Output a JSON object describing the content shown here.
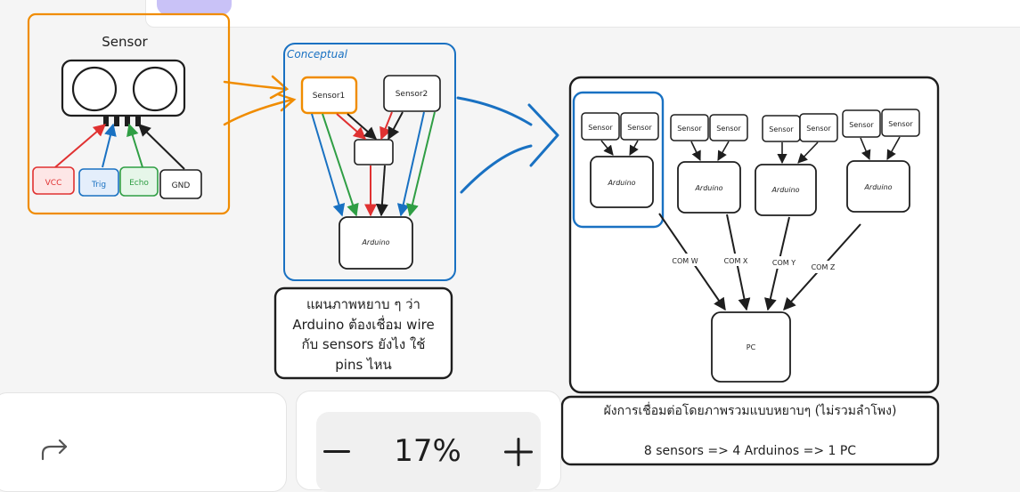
{
  "sensor_card": {
    "title": "Sensor",
    "pins": [
      {
        "label": "VCC",
        "color": "#e03131"
      },
      {
        "label": "Trig",
        "color": "#1971c2"
      },
      {
        "label": "Echo",
        "color": "#2f9e44"
      },
      {
        "label": "GND",
        "color": "#1e1e1e"
      }
    ]
  },
  "conceptual": {
    "label": "Conceptual",
    "sensor1": "Sensor1",
    "sensor2": "Sensor2",
    "arduino": "Arduino"
  },
  "note": {
    "lines": [
      "แผนภาพหยาบ ๆ ว่า",
      "Arduino ต้องเชื่อม wire",
      "กับ sensors ยังไง ใช้",
      "pins ไหน"
    ]
  },
  "system": {
    "sensor_label": "Sensor",
    "arduino_label": "Arduino",
    "pc_label": "PC",
    "com_labels": [
      "COM W",
      "COM X",
      "COM Y",
      "COM Z"
    ]
  },
  "caption": {
    "line1": "ผังการเชื่อมต่อโดยภาพรวมแบบหยาบๆ (ไม่รวมลำโพง)",
    "line2": "8 sensors => 4 Arduinos => 1 PC"
  },
  "toolbar": {
    "zoom_level": "17%",
    "undo_icon": "redo-arrow-icon",
    "zoom_out_icon": "minus-icon",
    "zoom_in_icon": "plus-icon"
  },
  "colors": {
    "orange": "#f08c00",
    "blue": "#1971c2",
    "red": "#e03131",
    "green": "#2f9e44",
    "ink": "#1e1e1e",
    "accent_purple": "#c9c2f7"
  }
}
